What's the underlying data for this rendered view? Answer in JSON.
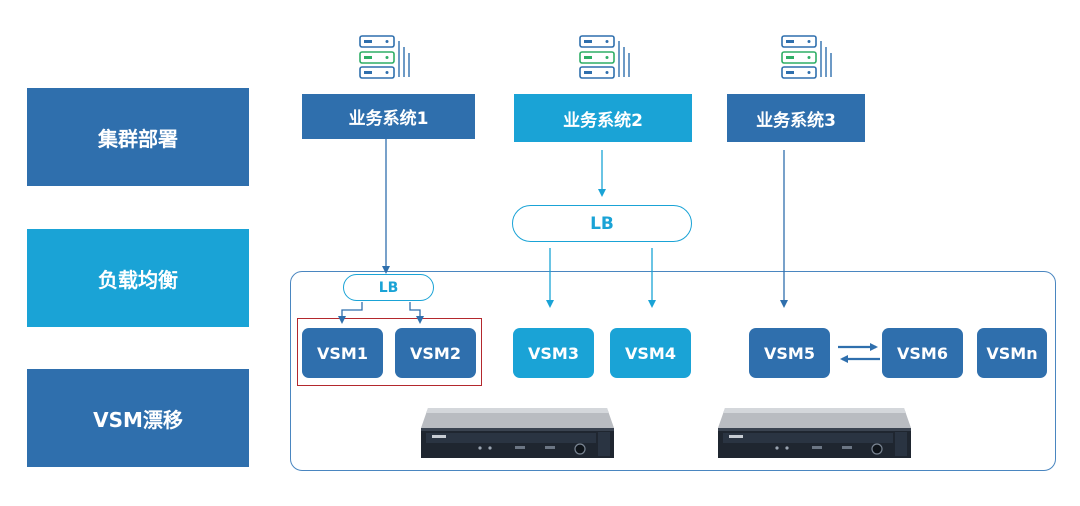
{
  "colors": {
    "dark_blue": "#2f6fad",
    "light_blue": "#1aa3d6",
    "highlight_red": "#b3282d",
    "frame_blue": "#4a86c0"
  },
  "rows": {
    "cluster": "集群部署",
    "load_balance": "负载均衡",
    "vsm_migration": "VSM漂移"
  },
  "systems": [
    {
      "label": "业务系统1",
      "icon": "server-monitor-icon"
    },
    {
      "label": "业务系统2",
      "icon": "server-monitor-icon"
    },
    {
      "label": "业务系统3",
      "icon": "server-monitor-icon"
    }
  ],
  "lb": {
    "label": "LB"
  },
  "vsms": [
    "VSM1",
    "VSM2",
    "VSM3",
    "VSM4",
    "VSM5",
    "VSM6",
    "VSMn"
  ],
  "hardware": {
    "icon": "rack-server-icon"
  }
}
